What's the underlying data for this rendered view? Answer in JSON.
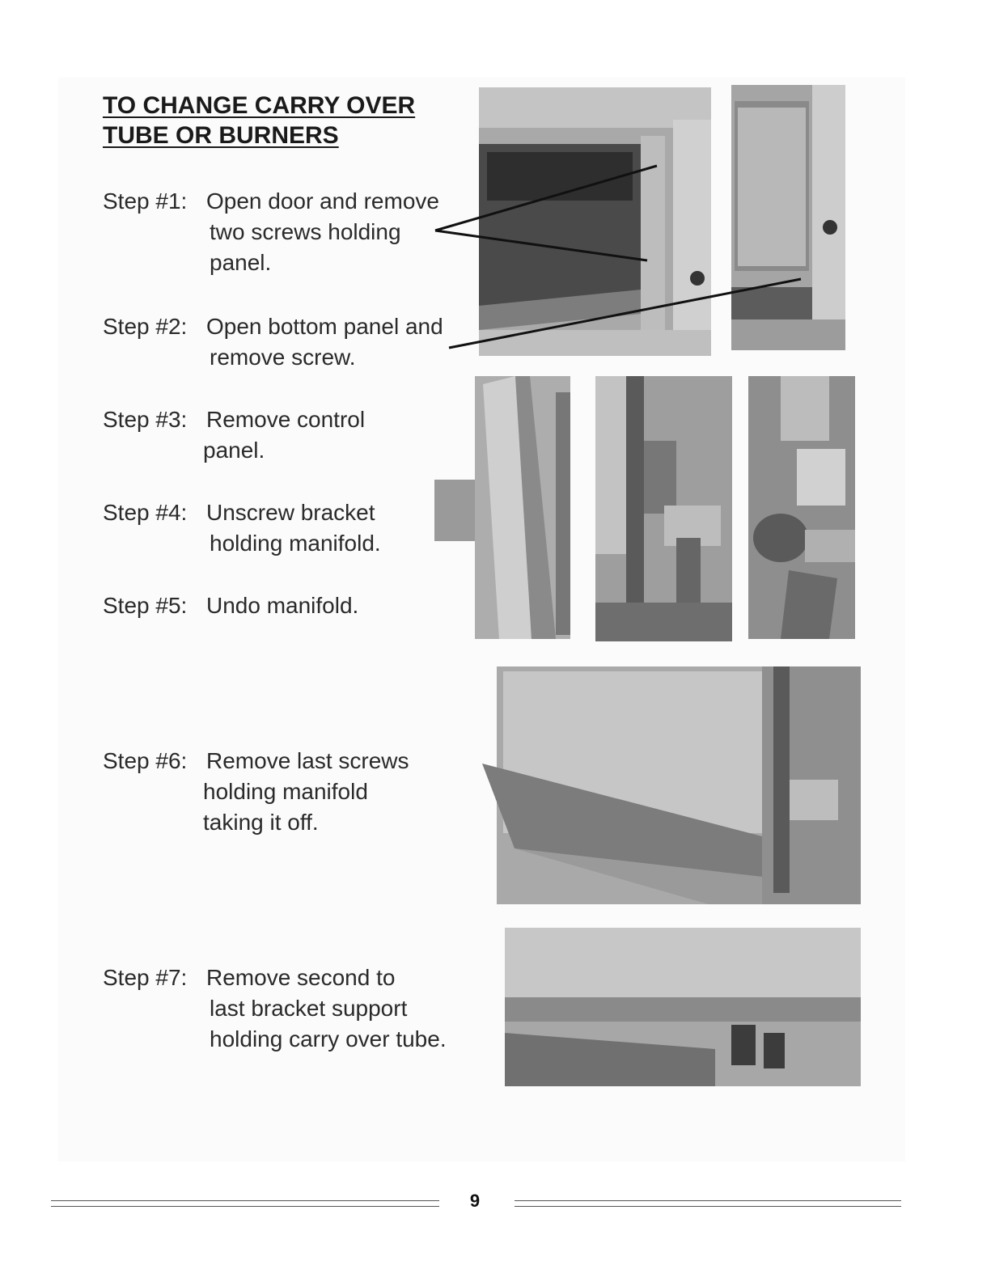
{
  "title": {
    "line1": "TO CHANGE CARRY OVER",
    "line2": "TUBE OR BURNERS"
  },
  "steps": [
    {
      "label": "Step #1:",
      "lines": [
        "Open door and remove",
        "two screws holding",
        "panel."
      ]
    },
    {
      "label": "Step #2:",
      "lines": [
        "Open bottom panel and",
        "remove screw."
      ]
    },
    {
      "label": "Step #3:",
      "lines": [
        "Remove control",
        "panel."
      ]
    },
    {
      "label": "Step #4:",
      "lines": [
        "Unscrew bracket",
        "holding manifold."
      ]
    },
    {
      "label": "Step #5:",
      "lines": [
        "Undo manifold."
      ]
    },
    {
      "label": "Step #6:",
      "lines": [
        "Remove last screws",
        "holding manifold",
        "taking it off."
      ]
    },
    {
      "label": "Step #7:",
      "lines": [
        "Remove second to",
        "last bracket support",
        "holding carry over tube."
      ]
    }
  ],
  "page_number": "9"
}
